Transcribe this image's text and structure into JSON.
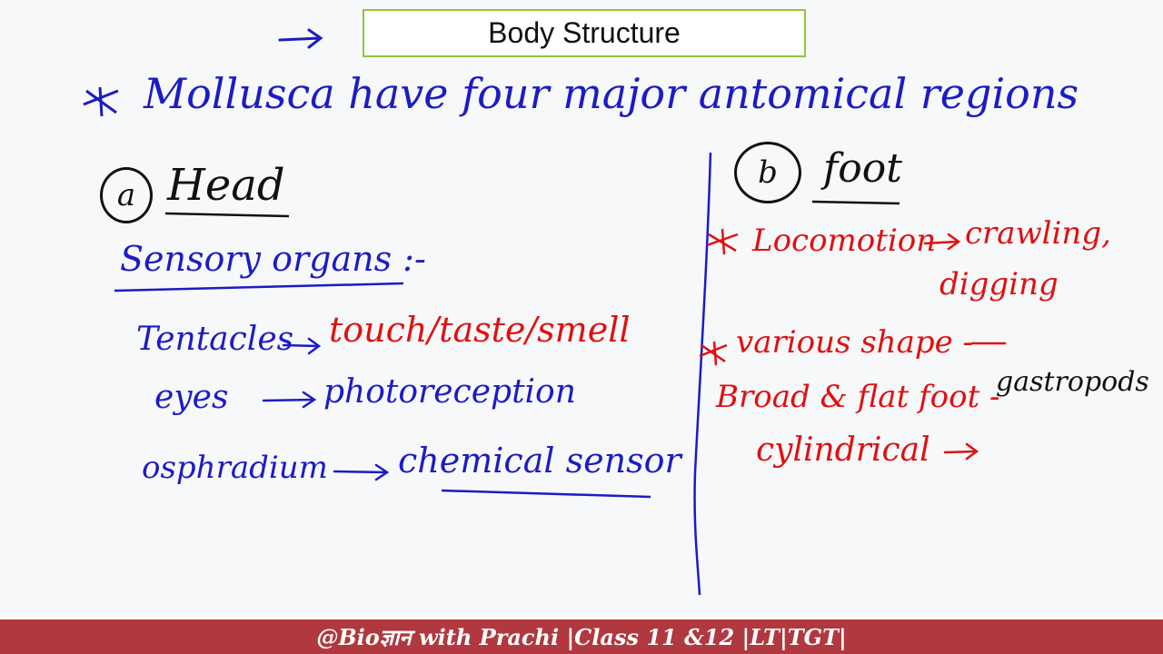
{
  "title": "Body Structure",
  "intro": "Mollusca have four major antomical regions",
  "head": {
    "marker": "a",
    "label": "Head",
    "sensory_heading": "Sensory organs :-",
    "organs": [
      {
        "name": "Tentacles",
        "function": "touch/taste/smell"
      },
      {
        "name": "eyes",
        "function": "photoreception"
      },
      {
        "name": "osphradium",
        "function": "chemical sensor"
      }
    ]
  },
  "foot": {
    "marker": "b",
    "label": "foot",
    "locomotion_label": "Locomotion",
    "locomotion_value1": "crawling,",
    "locomotion_value2": "digging",
    "shapes_label": "various shape -",
    "broad_label": "Broad & flat foot -",
    "broad_value": "gastropods",
    "cylindrical_label": "cylindrical"
  },
  "footer": "@Bioज्ञान with Prachi |Class 11 &12 |LT|TGT|",
  "colors": {
    "blue_ink": "#1c1cc4",
    "red_ink": "#e01010",
    "footer_bg": "#b0383e",
    "title_border": "#8ec63f"
  }
}
